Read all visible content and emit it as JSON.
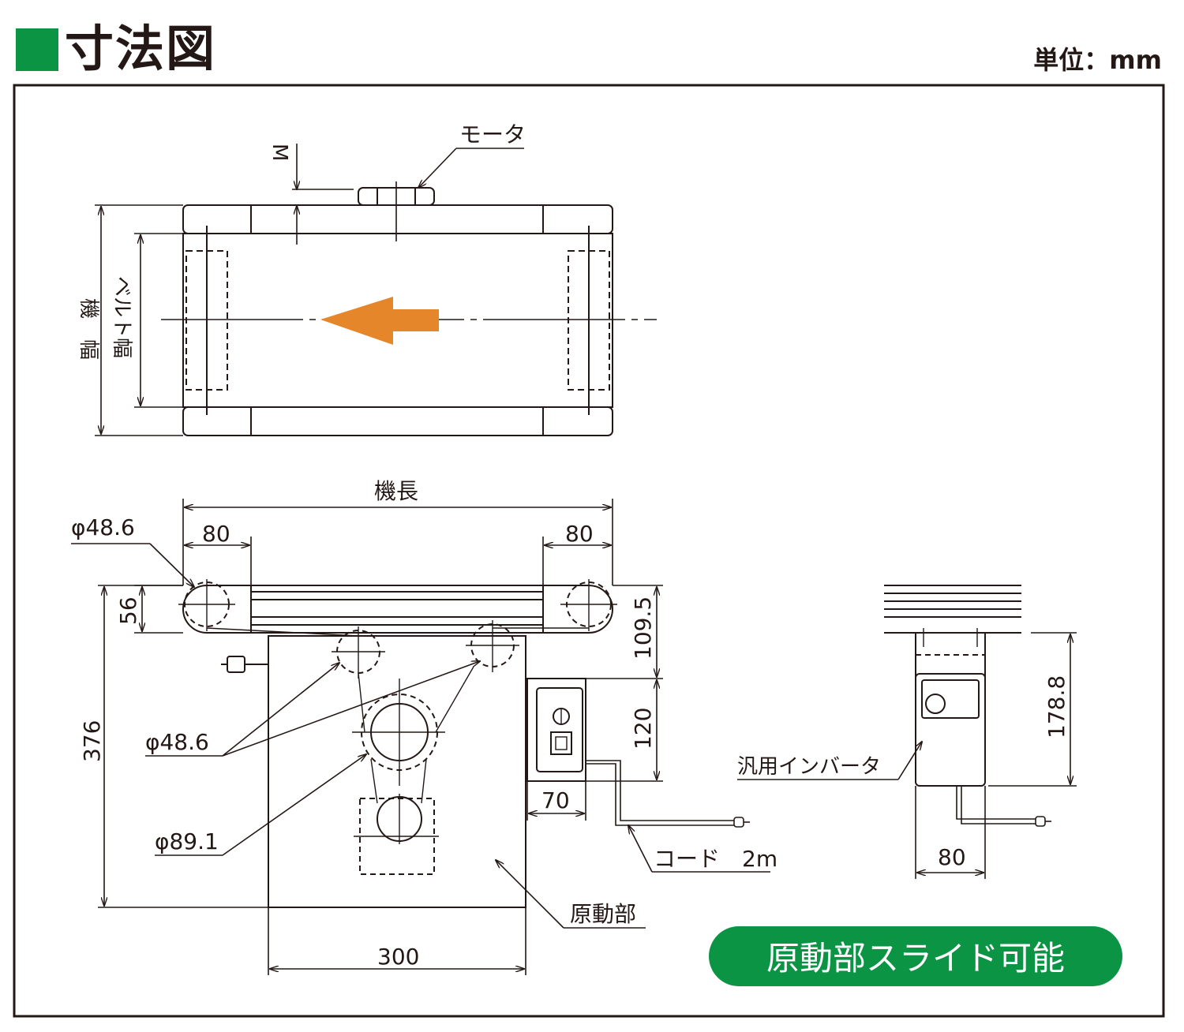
{
  "header": {
    "title": "寸法図",
    "unit": "単位：mm"
  },
  "top_view": {
    "motor_label": "モータ",
    "m_label": "M",
    "machine_width": "機　幅",
    "belt_width": "ベルト幅"
  },
  "side_view": {
    "machine_length": "機長",
    "dim_80_left": "80",
    "dim_80_right": "80",
    "pulley_diameter_top": "φ48.6",
    "dim_56": "56",
    "dim_376": "376",
    "dim_109_5": "109.5",
    "dim_120": "120",
    "dim_70": "70",
    "pulley_diameter_mid": "φ48.6",
    "pulley_diameter_large": "φ89.1",
    "dim_300": "300",
    "cord_label": "コード　2m",
    "drive_unit_label": "原動部"
  },
  "end_view": {
    "inverter_label": "汎用インバータ",
    "dim_178_8": "178.8",
    "dim_80": "80"
  },
  "badge": {
    "text": "原動部スライド可能"
  },
  "colors": {
    "green": "#0b9444",
    "arrow": "#e5862a",
    "line": "#231815"
  }
}
